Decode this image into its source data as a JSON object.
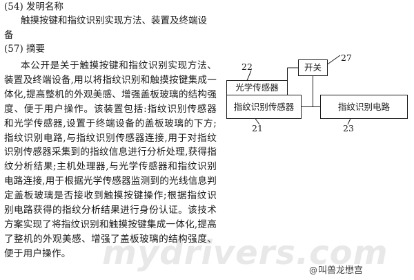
{
  "fields": {
    "title_code": "(54)",
    "title_heading": "发明名称",
    "title_value": "触摸按键和指纹识别实现方法、装置及终端设备",
    "abstract_code": "(57)",
    "abstract_heading": "摘要",
    "abstract_text": "本公开是关于触摸按键和指纹识别实现方法、装置及终端设备,用以将指纹识别和触摸按键集成一体化,提高整机的外观美感、增强盖板玻璃的结构强度、便于用户操作。该装置包括:指纹识别传感器和光学传感器,设置于终端设备的盖板玻璃的下方;指纹识别电路,与指纹识别传感器连接,用于对指纹识别传感器采集到的指纹信息进行分析处理,获得指纹分析结果;主机处理器,与光学传感器和指纹识别电路连接,用于根据光学传感器监测到的光线信息判定盖板玻璃是否接收到触摸按键操作;根据指纹识别电路获得的指纹分析结果进行身份认证。该技术方案实现了将指纹识别和触摸按键集成一体化,提高了整机的外观美感、增强了盖板玻璃的结构强度、便于用户操作。"
  },
  "diagram": {
    "switch_label": "开关",
    "optical_sensor_label": "光学传感器",
    "fingerprint_sensor_label": "指纹识别传感器",
    "fingerprint_circuit_label": "指纹识别电路",
    "ref_21": "21",
    "ref_22": "22",
    "ref_23": "23",
    "ref_27": "27"
  },
  "watermark": "mydrivers.com",
  "credit": {
    "icon": "at-icon",
    "text": "叫兽龙懋宫"
  }
}
